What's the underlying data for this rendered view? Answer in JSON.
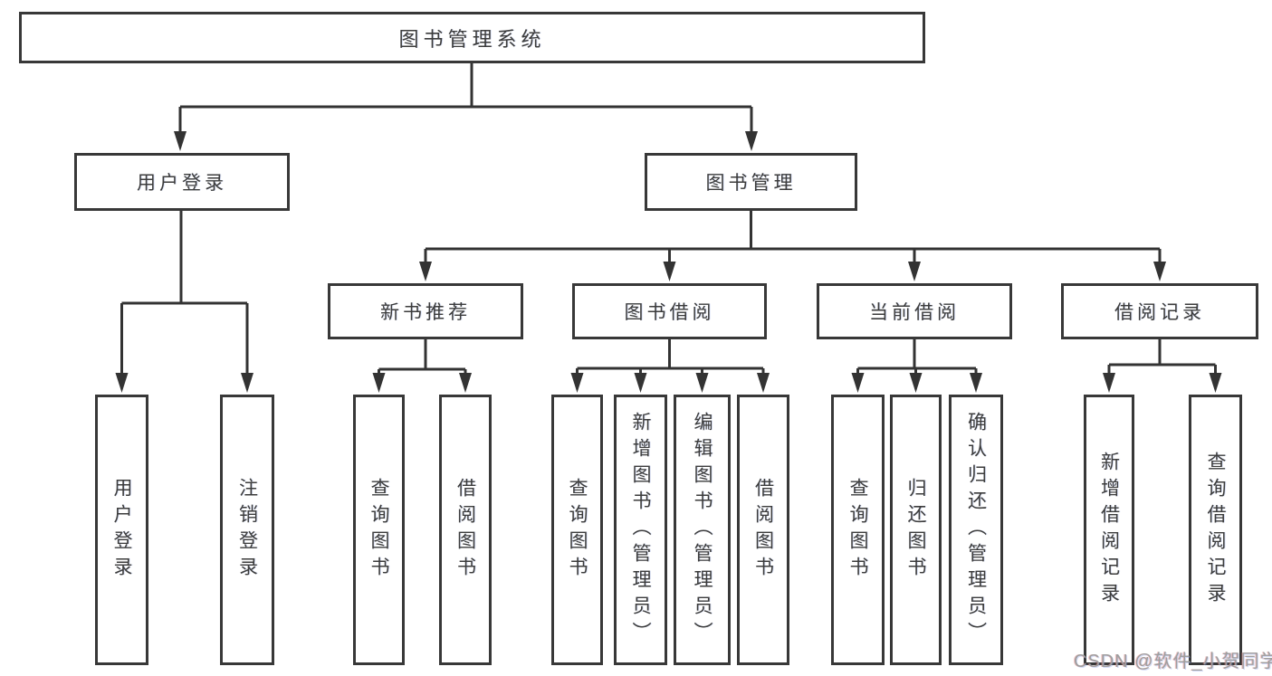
{
  "tree": {
    "root": {
      "label": "图书管理系统"
    },
    "branches": [
      {
        "label": "用户登录",
        "leaves": [
          {
            "label": "用户登录"
          },
          {
            "label": "注销登录"
          }
        ]
      },
      {
        "label": "图书管理",
        "groups": [
          {
            "label": "新书推荐",
            "leaves": [
              {
                "label": "查询图书"
              },
              {
                "label": "借阅图书"
              }
            ]
          },
          {
            "label": "图书借阅",
            "leaves": [
              {
                "label": "查询图书"
              },
              {
                "label": "新增图书（管理员）"
              },
              {
                "label": "编辑图书（管理员）"
              },
              {
                "label": "借阅图书"
              }
            ]
          },
          {
            "label": "当前借阅",
            "leaves": [
              {
                "label": "查询图书"
              },
              {
                "label": "归还图书"
              },
              {
                "label": "确认归还（管理员）"
              }
            ]
          },
          {
            "label": "借阅记录",
            "leaves": [
              {
                "label": "新增借阅记录"
              },
              {
                "label": "查询借阅记录"
              }
            ]
          }
        ]
      }
    ]
  },
  "watermark": {
    "text": "CSDN @软件_小贺同学"
  }
}
